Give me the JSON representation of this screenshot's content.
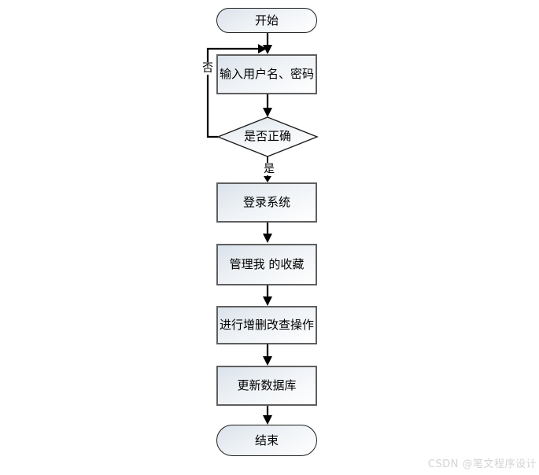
{
  "flowchart": {
    "nodes": [
      {
        "id": "start",
        "type": "terminator",
        "label": "开始"
      },
      {
        "id": "input",
        "type": "process",
        "label": "输入用户名、密码"
      },
      {
        "id": "check",
        "type": "decision",
        "label": "是否正确"
      },
      {
        "id": "login",
        "type": "process",
        "label": "登录系统"
      },
      {
        "id": "manage",
        "type": "process",
        "label": "管理我 的收藏"
      },
      {
        "id": "crud",
        "type": "process",
        "label": "进行增删改查操作"
      },
      {
        "id": "update",
        "type": "process",
        "label": "更新数据库"
      },
      {
        "id": "end",
        "type": "terminator",
        "label": "结束"
      }
    ],
    "edge_labels": {
      "yes": "是",
      "no": "否"
    },
    "colors": {
      "line": "#000000",
      "process_border": "#5f5f5f",
      "terminator_border": "#1e1e1e",
      "fill_top": "#dbe2ea",
      "fill_bottom": "#ffffff",
      "background": "#ffffff"
    }
  },
  "watermark": {
    "text": "CSDN @笔文程序设计",
    "color": "#d4d4d4"
  }
}
